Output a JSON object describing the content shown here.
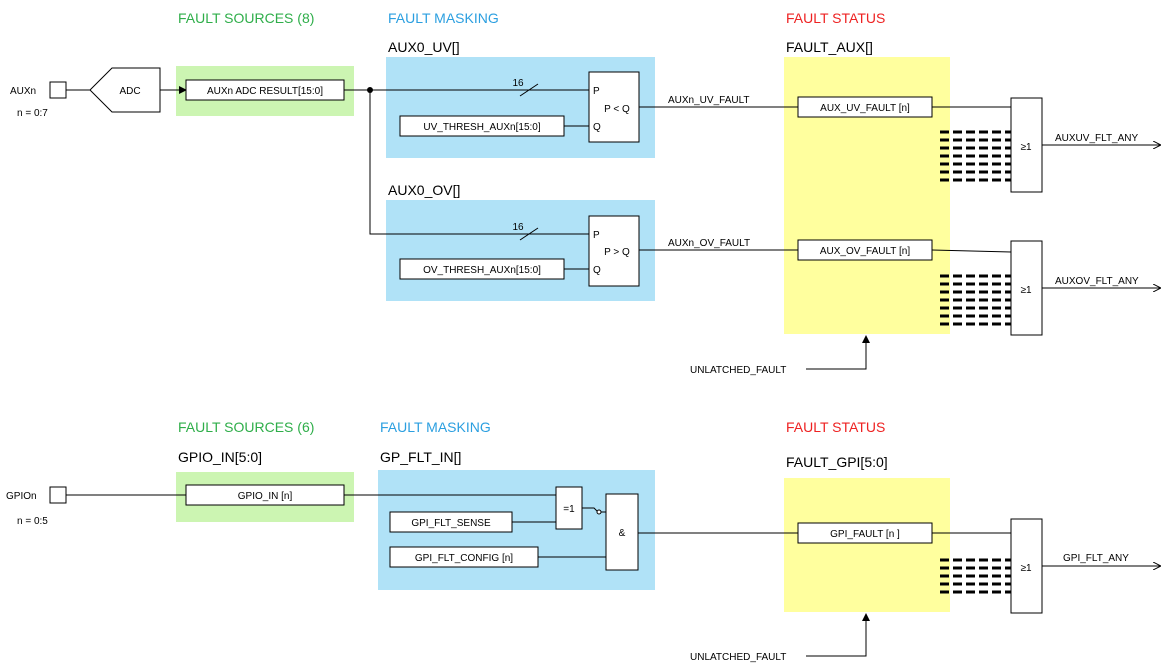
{
  "colors": {
    "sources": "#2fae4a",
    "masking": "#2b9fe0",
    "status": "#ee2222",
    "green_fill": "#ccf5b2",
    "blue_fill": "#b0e2f7",
    "yellow_fill": "#ffff9e"
  },
  "aux": {
    "headers": {
      "sources": "FAULT SOURCES (8)",
      "masking": "FAULT MASKING",
      "status": "FAULT STATUS"
    },
    "reg_uv": "AUX0_UV[]",
    "reg_ov": "AUX0_OV[]",
    "reg_status": "FAULT_AUX[]",
    "input_label": "AUXn",
    "input_range": "n = 0:7",
    "adc": "ADC",
    "adc_result": "AUXn ADC RESULT[15:0]",
    "uv_thresh": "UV_THRESH_AUXn[15:0]",
    "ov_thresh": "OV_THRESH_AUXn[15:0]",
    "bus_width": "16",
    "cmp_p": "P",
    "cmp_q": "Q",
    "cmp_uv_op": "P < Q",
    "cmp_ov_op": "P > Q",
    "uv_signal": "AUXn_UV_FAULT",
    "ov_signal": "AUXn_OV_FAULT",
    "uv_fault_reg": "AUX_UV_FAULT [n]",
    "ov_fault_reg": "AUX_OV_FAULT [n]",
    "or_symbol": "≥1",
    "uv_output": "AUXUV_FLT_ANY",
    "ov_output": "AUXOV_FLT_ANY",
    "unlatched": "UNLATCHED_FAULT"
  },
  "gpio": {
    "headers": {
      "sources": "FAULT SOURCES (6)",
      "masking": "FAULT MASKING",
      "status": "FAULT STATUS"
    },
    "reg_source": "GPIO_IN[5:0]",
    "reg_mask": "GP_FLT_IN[]",
    "reg_status": "FAULT_GPI[5:0]",
    "input_label": "GPIOn",
    "input_range": "n = 0:5",
    "gpio_in": "GPIO_IN [n]",
    "sense": "GPI_FLT_SENSE",
    "config": "GPI_FLT_CONFIG [n]",
    "xor_symbol": "=1",
    "and_symbol": "&",
    "fault_reg": "GPI_FAULT [n ]",
    "or_symbol": "≥1",
    "output": "GPI_FLT_ANY",
    "unlatched": "UNLATCHED_FAULT"
  }
}
